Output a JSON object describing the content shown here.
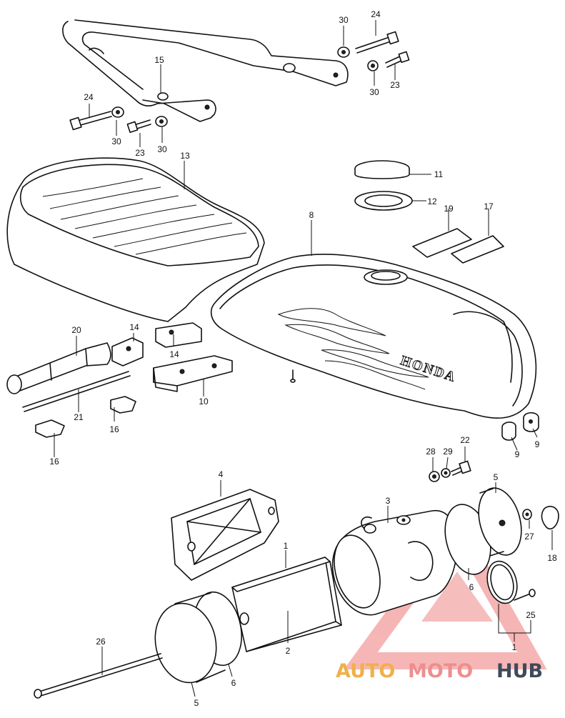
{
  "diagram": {
    "callouts": [
      "30",
      "24",
      "15",
      "24",
      "23",
      "30",
      "30",
      "23",
      "30",
      "13",
      "11",
      "12",
      "19",
      "17",
      "8",
      "20",
      "14",
      "14",
      "10",
      "21",
      "16",
      "16",
      "9",
      "9",
      "28",
      "29",
      "22",
      "4",
      "3",
      "5",
      "27",
      "18",
      "1",
      "6",
      "25",
      "1",
      "26",
      "2",
      "6",
      "5"
    ]
  },
  "watermark": {
    "text_part1": "AUTO",
    "text_part2": "MOTO",
    "text_part3": "HUB",
    "color_part1": "#f0b049",
    "color_part2": "#ee8e8e",
    "color_part3": "#3f4a5a",
    "triangle_color": "#ee7a7a"
  },
  "tank_logo": "HONDA"
}
